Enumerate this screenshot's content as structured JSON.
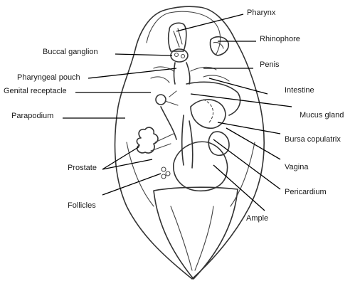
{
  "labels": {
    "pharynx": "Pharynx",
    "rhinophore": "Rhinophore",
    "buccal_ganglion": "Buccal ganglion",
    "penis": "Penis",
    "pharyngeal_pouch": "Pharyngeal pouch",
    "genital_receptacle": "Genital receptacle",
    "intestine": "Intestine",
    "mucus_gland": "Mucus gland",
    "parapodium": "Parapodium",
    "bursa_copulatrix": "Bursa copulatrix",
    "vagina": "Vagina",
    "prostate": "Prostate",
    "pericardium": "Pericardium",
    "follicles": "Follicles",
    "ample": "Ample"
  }
}
